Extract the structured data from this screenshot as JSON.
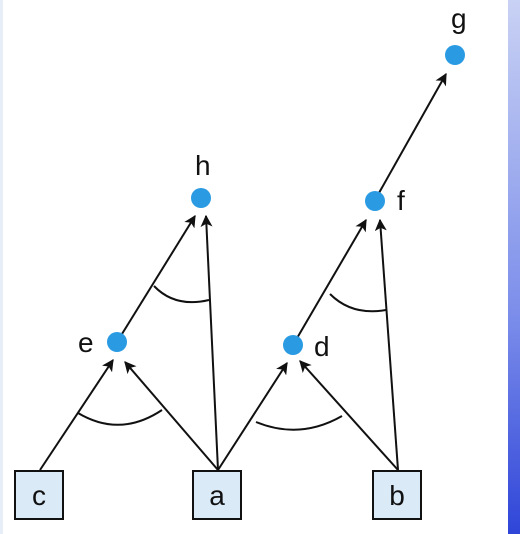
{
  "colors": {
    "node": "#2a9be3",
    "box_fill": "#daeaf7",
    "box_stroke": "#111111",
    "line": "#111111",
    "edge_strip_top": "#c9d2f4",
    "edge_strip_bottom": "#2f45d8"
  },
  "inputs": {
    "c": "c",
    "a": "a",
    "b": "b"
  },
  "nodes": {
    "e": "e",
    "h": "h",
    "d": "d",
    "f": "f",
    "g": "g"
  }
}
